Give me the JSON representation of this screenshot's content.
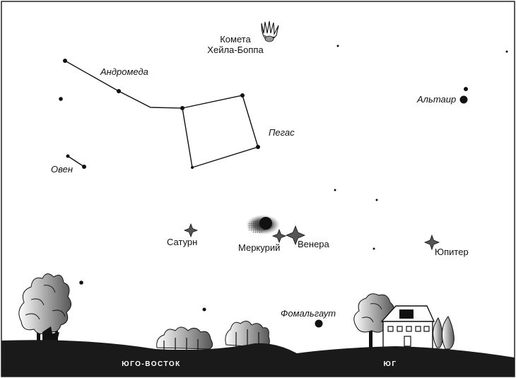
{
  "sky": {
    "comet": {
      "label_line1": "Комета",
      "label_line2": "Хейла-Боппа",
      "icon": "comet-icon"
    },
    "constellations": {
      "andromeda": "Андромеда",
      "pegasus": "Пегас",
      "aries": "Овен"
    },
    "stars": {
      "altair": "Альтаир",
      "fomalhaut": "Фомальгаут"
    },
    "planets": {
      "saturn": "Сатурн",
      "mercury": "Меркурий",
      "venus": "Венера",
      "jupiter": "Юпитер"
    }
  },
  "horizon": {
    "southeast": "ЮГО-ВОСТОК",
    "south": "ЮГ"
  },
  "colors": {
    "sky": "#ffffff",
    "ground": "#1a1a1a",
    "ink": "#111111"
  }
}
